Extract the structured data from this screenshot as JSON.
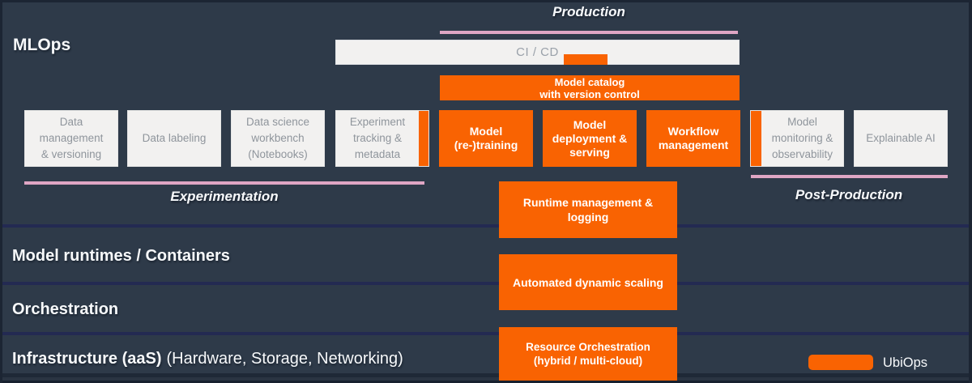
{
  "palette": {
    "background": "#2e3a49",
    "orange": "#f96302",
    "pink": "#dfa6c4",
    "light_box": "#f2f1f0",
    "gray_text": "#8f959c",
    "divider_line": "#232a52"
  },
  "labels": {
    "mlops": "MLOps",
    "production": "Production",
    "experimentation": "Experimentation",
    "post_production": "Post-Production"
  },
  "cicd": {
    "label": "CI / CD"
  },
  "model_catalog": {
    "lines": [
      "Model catalog",
      "with version control"
    ]
  },
  "grid_boxes": [
    {
      "name": "data-management-versioning",
      "style": "light",
      "lines": [
        "Data",
        "management",
        "& versioning"
      ]
    },
    {
      "name": "data-labeling",
      "style": "light",
      "lines": [
        "Data labeling"
      ]
    },
    {
      "name": "data-science-workbench",
      "style": "light",
      "lines": [
        "Data science",
        "workbench",
        "(Notebooks)"
      ]
    },
    {
      "name": "experiment-tracking-metadata",
      "style": "light",
      "accent": "right",
      "lines": [
        "Experiment",
        "tracking &",
        "metadata"
      ]
    },
    {
      "name": "model-retraining",
      "style": "orange",
      "lines": [
        "Model",
        "(re-)training"
      ]
    },
    {
      "name": "model-deployment-serving",
      "style": "orange",
      "lines": [
        "Model",
        "deployment &",
        "serving"
      ]
    },
    {
      "name": "workflow-management",
      "style": "orange",
      "lines": [
        "Workflow",
        "management"
      ]
    },
    {
      "name": "model-monitoring-observability",
      "style": "light",
      "accent": "left",
      "lines": [
        "Model",
        "monitoring &",
        "observability"
      ]
    },
    {
      "name": "explainable-ai",
      "style": "light",
      "lines": [
        "Explainable AI"
      ]
    }
  ],
  "stack_boxes": [
    {
      "name": "runtime-management-logging",
      "lines": [
        "Runtime management &",
        "logging"
      ]
    },
    {
      "name": "automated-dynamic-scaling",
      "lines": [
        "Automated dynamic scaling"
      ]
    },
    {
      "name": "resource-orchestration",
      "lines": [
        "Resource Orchestration",
        "(hybrid / multi-cloud)"
      ]
    }
  ],
  "rows": [
    {
      "label": "Model runtimes / Containers"
    },
    {
      "label": "Orchestration"
    },
    {
      "label_bold": "Infrastructure (aaS)",
      "label_regular": "(Hardware, Storage, Networking)"
    }
  ],
  "legend": {
    "label": "UbiOps",
    "swatch_color": "#f96302"
  }
}
